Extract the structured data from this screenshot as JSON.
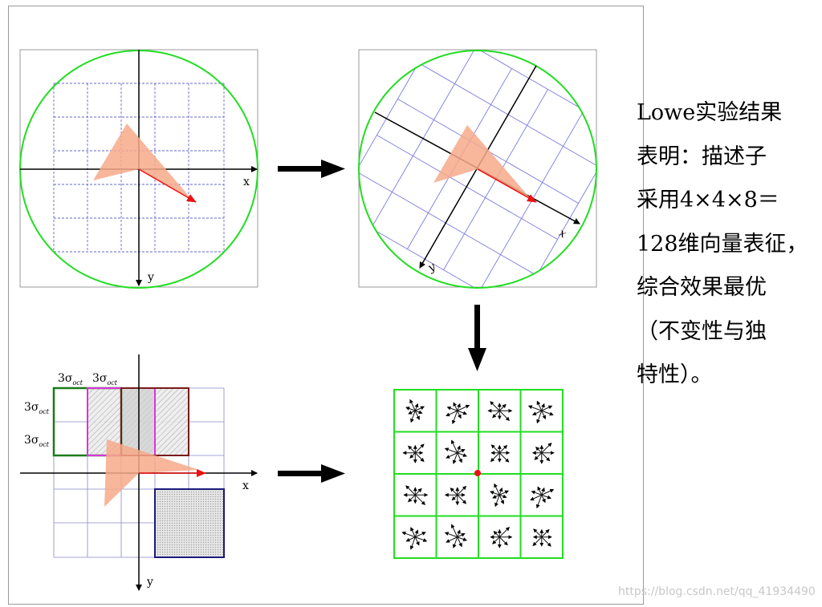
{
  "description_lines": [
    " Lowe实验结果",
    "表明：描述子",
    "采用4×4×8＝",
    "128维向量表征，",
    "综合效果最优",
    "（不变性与独",
    "特性）。"
  ],
  "axis_labels": {
    "x": "x",
    "y": "y"
  },
  "sigma_label": "3σ",
  "sigma_subscript": "oct",
  "watermark": "https://blog.csdn.net/qq_41934490",
  "colors": {
    "circle": "#22dd22",
    "grid_dashed": "#6666cc",
    "grid_rotated": "#7a7ae0",
    "gradient_fill": "#f7a98a",
    "gradient_arrow": "#ee1111",
    "green_box": "#1a7a1a",
    "magenta_box": "#dd33dd",
    "brown_box": "#7a1a1a",
    "navy_box": "#1a1a7a",
    "descriptor_grid": "#22dd22",
    "center_dot": "#ee1111"
  }
}
